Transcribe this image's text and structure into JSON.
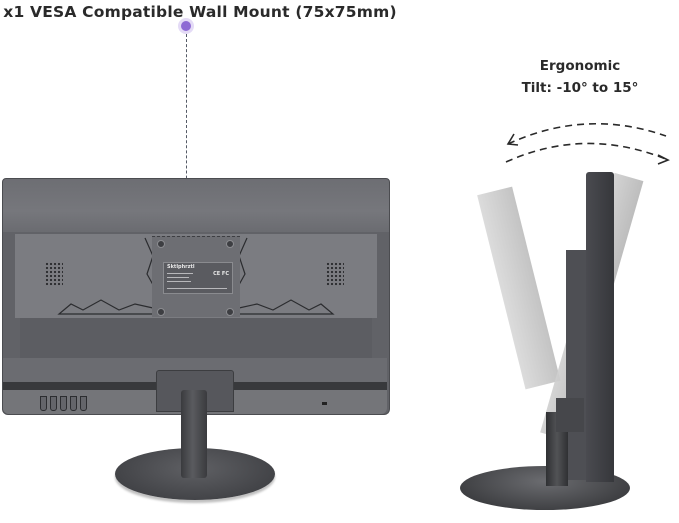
{
  "annotations": {
    "vesa_callout": "x1 VESA Compatible Wall Mount (75x75mm)",
    "tilt_title": "Ergonomic",
    "tilt_range": "Tilt: -10° to 15°"
  },
  "product_label": {
    "brand": "Sktlphrztl",
    "certifications": "CE FC"
  },
  "colors": {
    "callout_dot": "#8e6ad4",
    "monitor_body": "#616267",
    "text": "#2a2a2a"
  },
  "icons": {
    "callout_marker": "circle-dot",
    "tilt_arrows": "curved-dashed-double-arrow"
  }
}
